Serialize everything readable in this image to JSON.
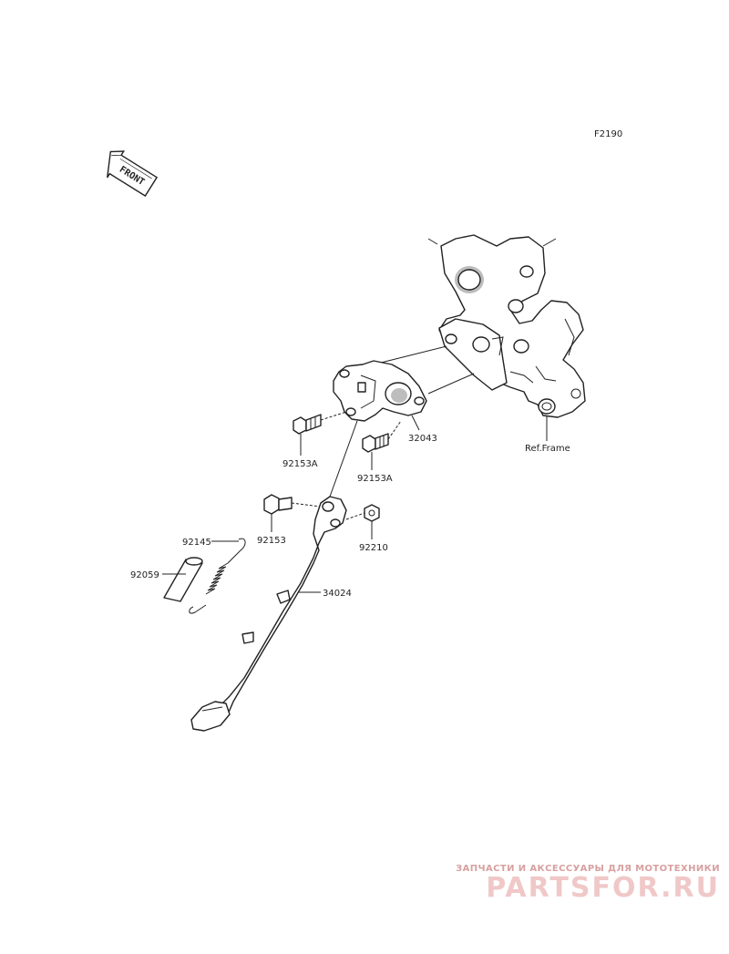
{
  "figure_code": "F2190",
  "front_label": "FRONT",
  "ref_frame": "Ref.Frame",
  "parts": {
    "bracket": "32043",
    "bolt_a_upper": "92153A",
    "bolt_a_lower": "92153A",
    "pivot_bolt": "92153",
    "nut": "92210",
    "spring": "92145",
    "collar": "92059",
    "side_stand": "34024"
  },
  "watermark": {
    "tagline": "ЗАПЧАСТИ И АКСЕССУАРЫ ДЛЯ МОТОТЕХНИКИ",
    "site": "PARTSFOR.RU"
  }
}
